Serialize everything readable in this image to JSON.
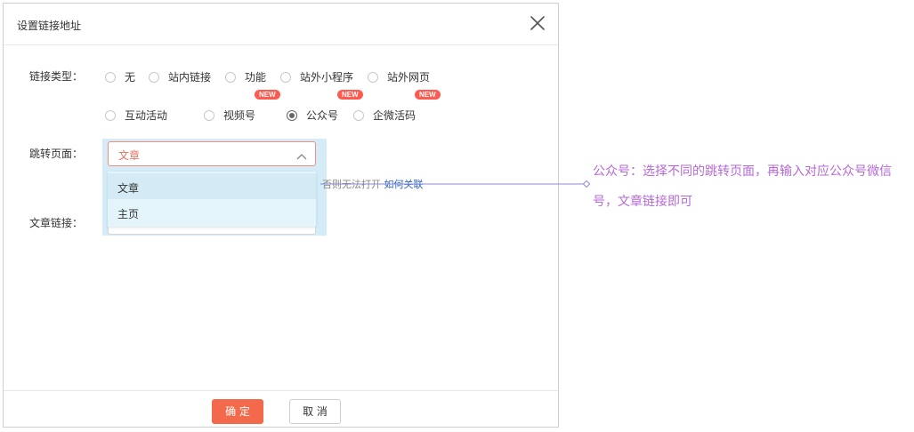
{
  "dialog": {
    "title": "设置链接地址",
    "close_icon": "close-icon"
  },
  "form": {
    "link_type_label": "链接类型：",
    "link_types_row1": [
      {
        "label": "无",
        "checked": false
      },
      {
        "label": "站内链接",
        "checked": false
      },
      {
        "label": "功能",
        "checked": false
      },
      {
        "label": "站外小程序",
        "checked": false
      },
      {
        "label": "站外网页",
        "checked": false
      }
    ],
    "link_types_row2": [
      {
        "label": "互动活动",
        "checked": false
      },
      {
        "label": "视频号",
        "checked": false
      },
      {
        "label": "公众号",
        "checked": true
      },
      {
        "label": "企微活码",
        "checked": false
      }
    ],
    "new_badge": "NEW",
    "jump_page_label": "跳转页面：",
    "jump_page_value": "文章",
    "jump_page_options": [
      "文章",
      "主页"
    ],
    "hint_text": "否则无法打开",
    "hint_link": "如何关联",
    "article_link_label": "文章链接："
  },
  "footer": {
    "confirm_label": "确 定",
    "cancel_label": "取 消"
  },
  "annotation": {
    "text": "公众号：选择不同的跳转页面，再输入对应公众号微信号，文章链接即可",
    "color": "#b569d6"
  },
  "colors": {
    "accent": "#f26a4b",
    "badge": "#ff5a4f",
    "link": "#2f64c5",
    "highlight": "#d3ecf7"
  }
}
